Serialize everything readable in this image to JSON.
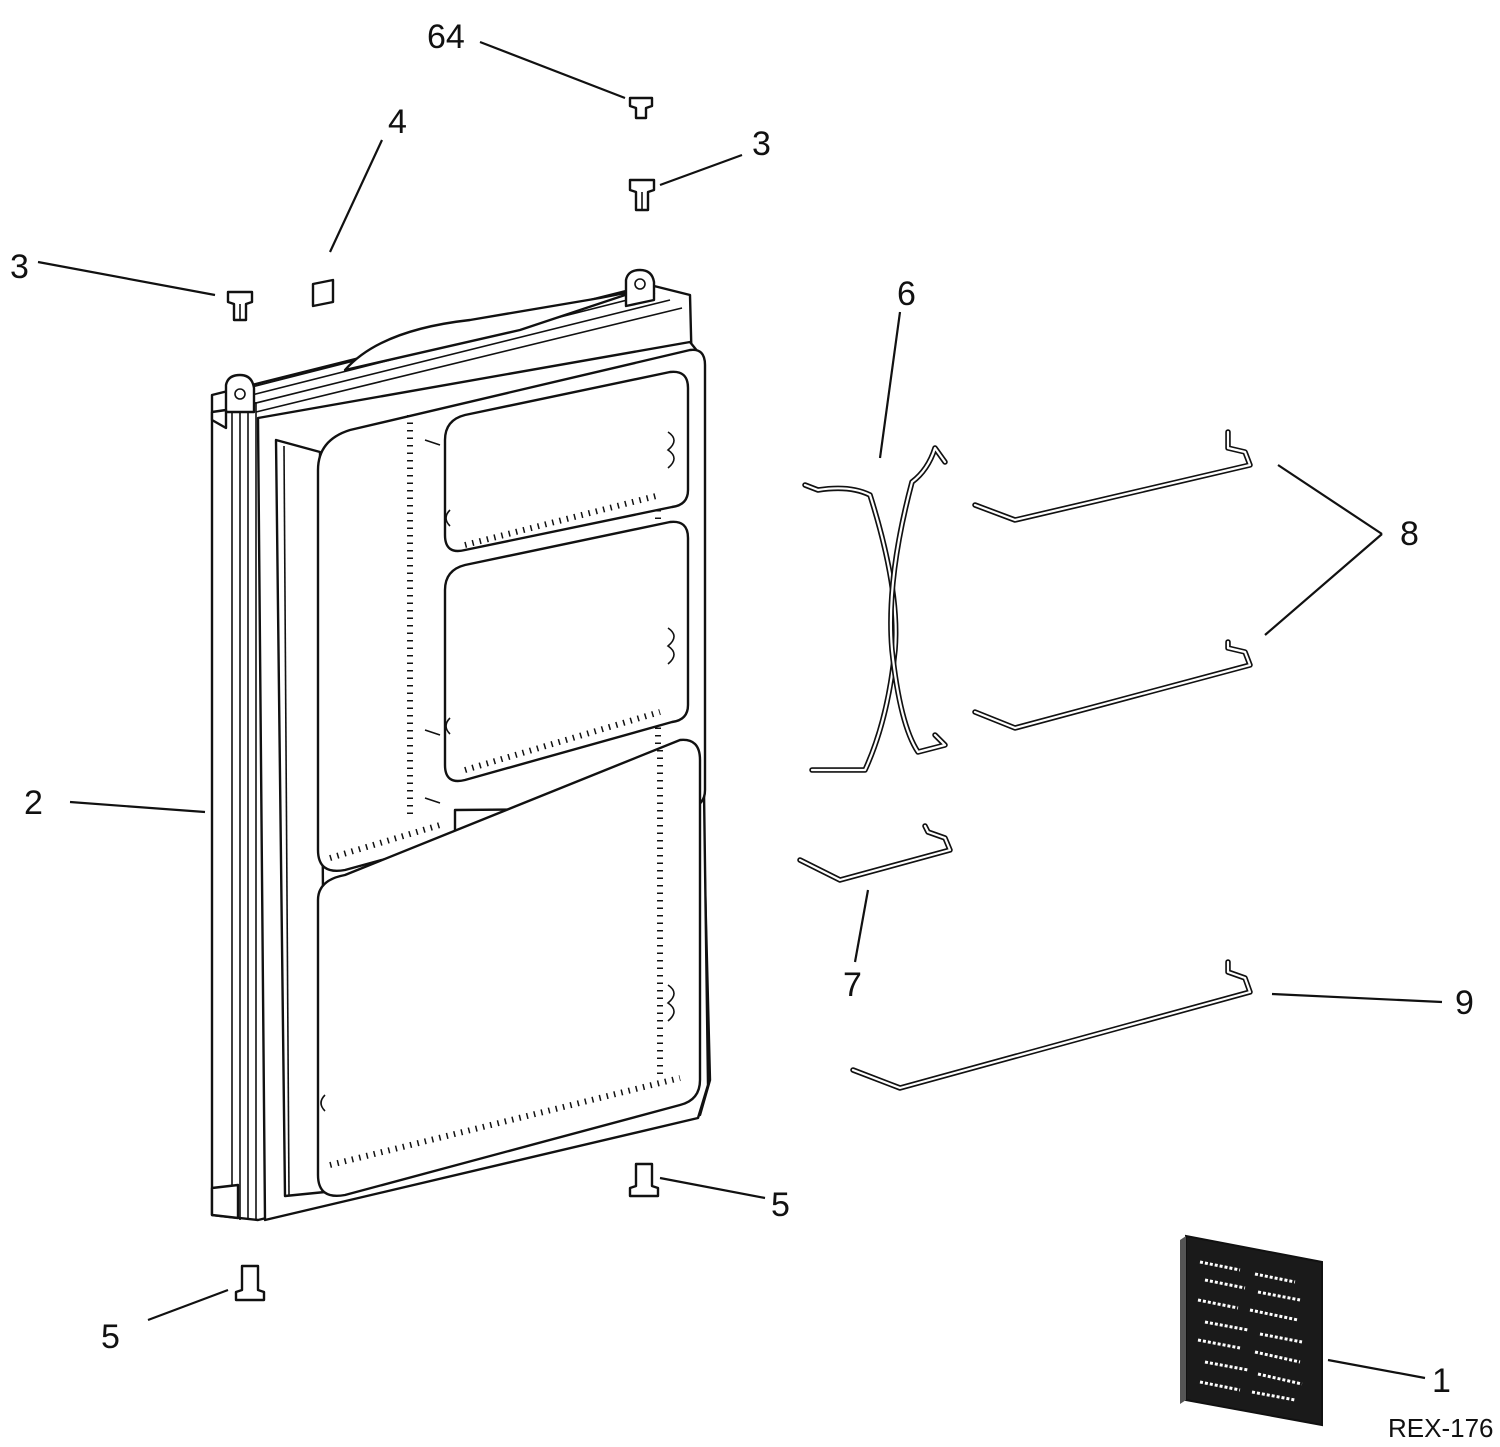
{
  "diagram": {
    "drawing_code": "REX-176",
    "callouts": [
      {
        "id": "c64",
        "label": "64"
      },
      {
        "id": "c4",
        "label": "4"
      },
      {
        "id": "c3a",
        "label": "3"
      },
      {
        "id": "c3b",
        "label": "3"
      },
      {
        "id": "c6",
        "label": "6"
      },
      {
        "id": "c8",
        "label": "8"
      },
      {
        "id": "c2",
        "label": "2"
      },
      {
        "id": "c7",
        "label": "7"
      },
      {
        "id": "c9",
        "label": "9"
      },
      {
        "id": "c5a",
        "label": "5"
      },
      {
        "id": "c5b",
        "label": "5"
      },
      {
        "id": "c1",
        "label": "1"
      }
    ]
  },
  "colors": {
    "ink": "#111111",
    "background": "#ffffff"
  },
  "icons": {
    "screw": "screw-icon",
    "plug": "plug-icon",
    "label_card": "instruction-card-icon"
  }
}
